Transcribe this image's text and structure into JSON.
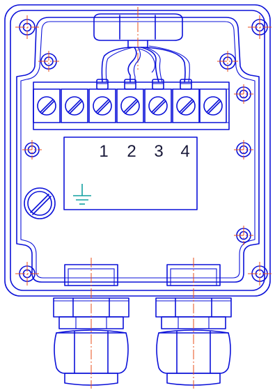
{
  "diagram": {
    "terminal_labels": [
      "1",
      "2",
      "3",
      "4"
    ],
    "ground_symbol": "protective-earth-icon",
    "colors": {
      "outline": "#0a10d8",
      "centerline": "#e84d18",
      "ground": "#10a0a0",
      "label": "#1a1a3a"
    }
  }
}
